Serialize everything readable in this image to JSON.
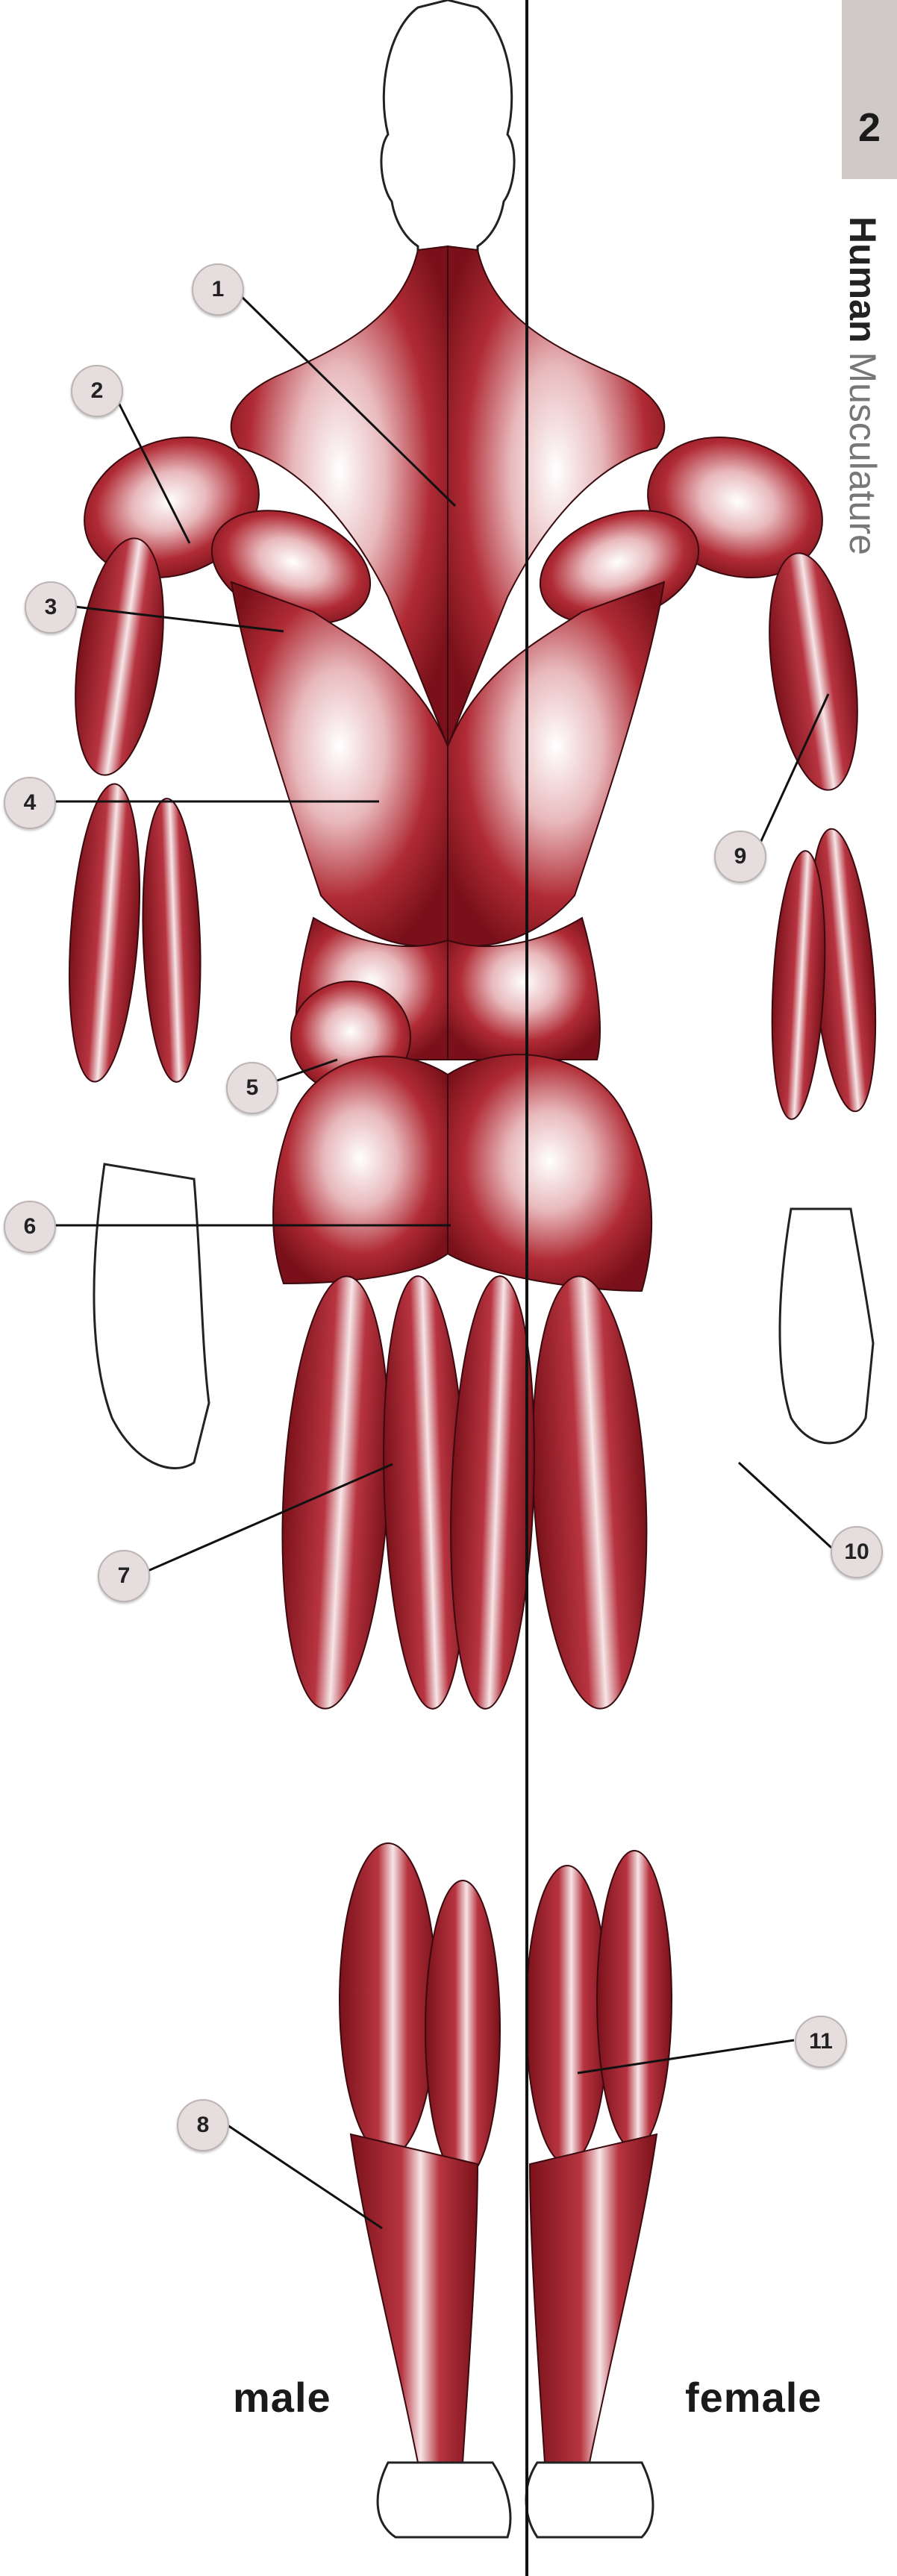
{
  "page": {
    "number": "2",
    "side_title_bold": "Human",
    "side_title_light": "Musculature"
  },
  "labels": [
    {
      "id": "1",
      "text": "1"
    },
    {
      "id": "2",
      "text": "2"
    },
    {
      "id": "3",
      "text": "3"
    },
    {
      "id": "4",
      "text": "4"
    },
    {
      "id": "5",
      "text": "5"
    },
    {
      "id": "6",
      "text": "6"
    },
    {
      "id": "7",
      "text": "7"
    },
    {
      "id": "8",
      "text": "8"
    },
    {
      "id": "9",
      "text": "9"
    },
    {
      "id": "10",
      "text": "10"
    },
    {
      "id": "11",
      "text": "11"
    }
  ],
  "sex": {
    "male": "male",
    "female": "female"
  },
  "colors": {
    "muscle": "#a3202a",
    "muscle_dark": "#6e0d14",
    "highlight": "#ffffff",
    "outline": "#2a0a0c",
    "line": "#111111",
    "badge": "#e6dede"
  }
}
